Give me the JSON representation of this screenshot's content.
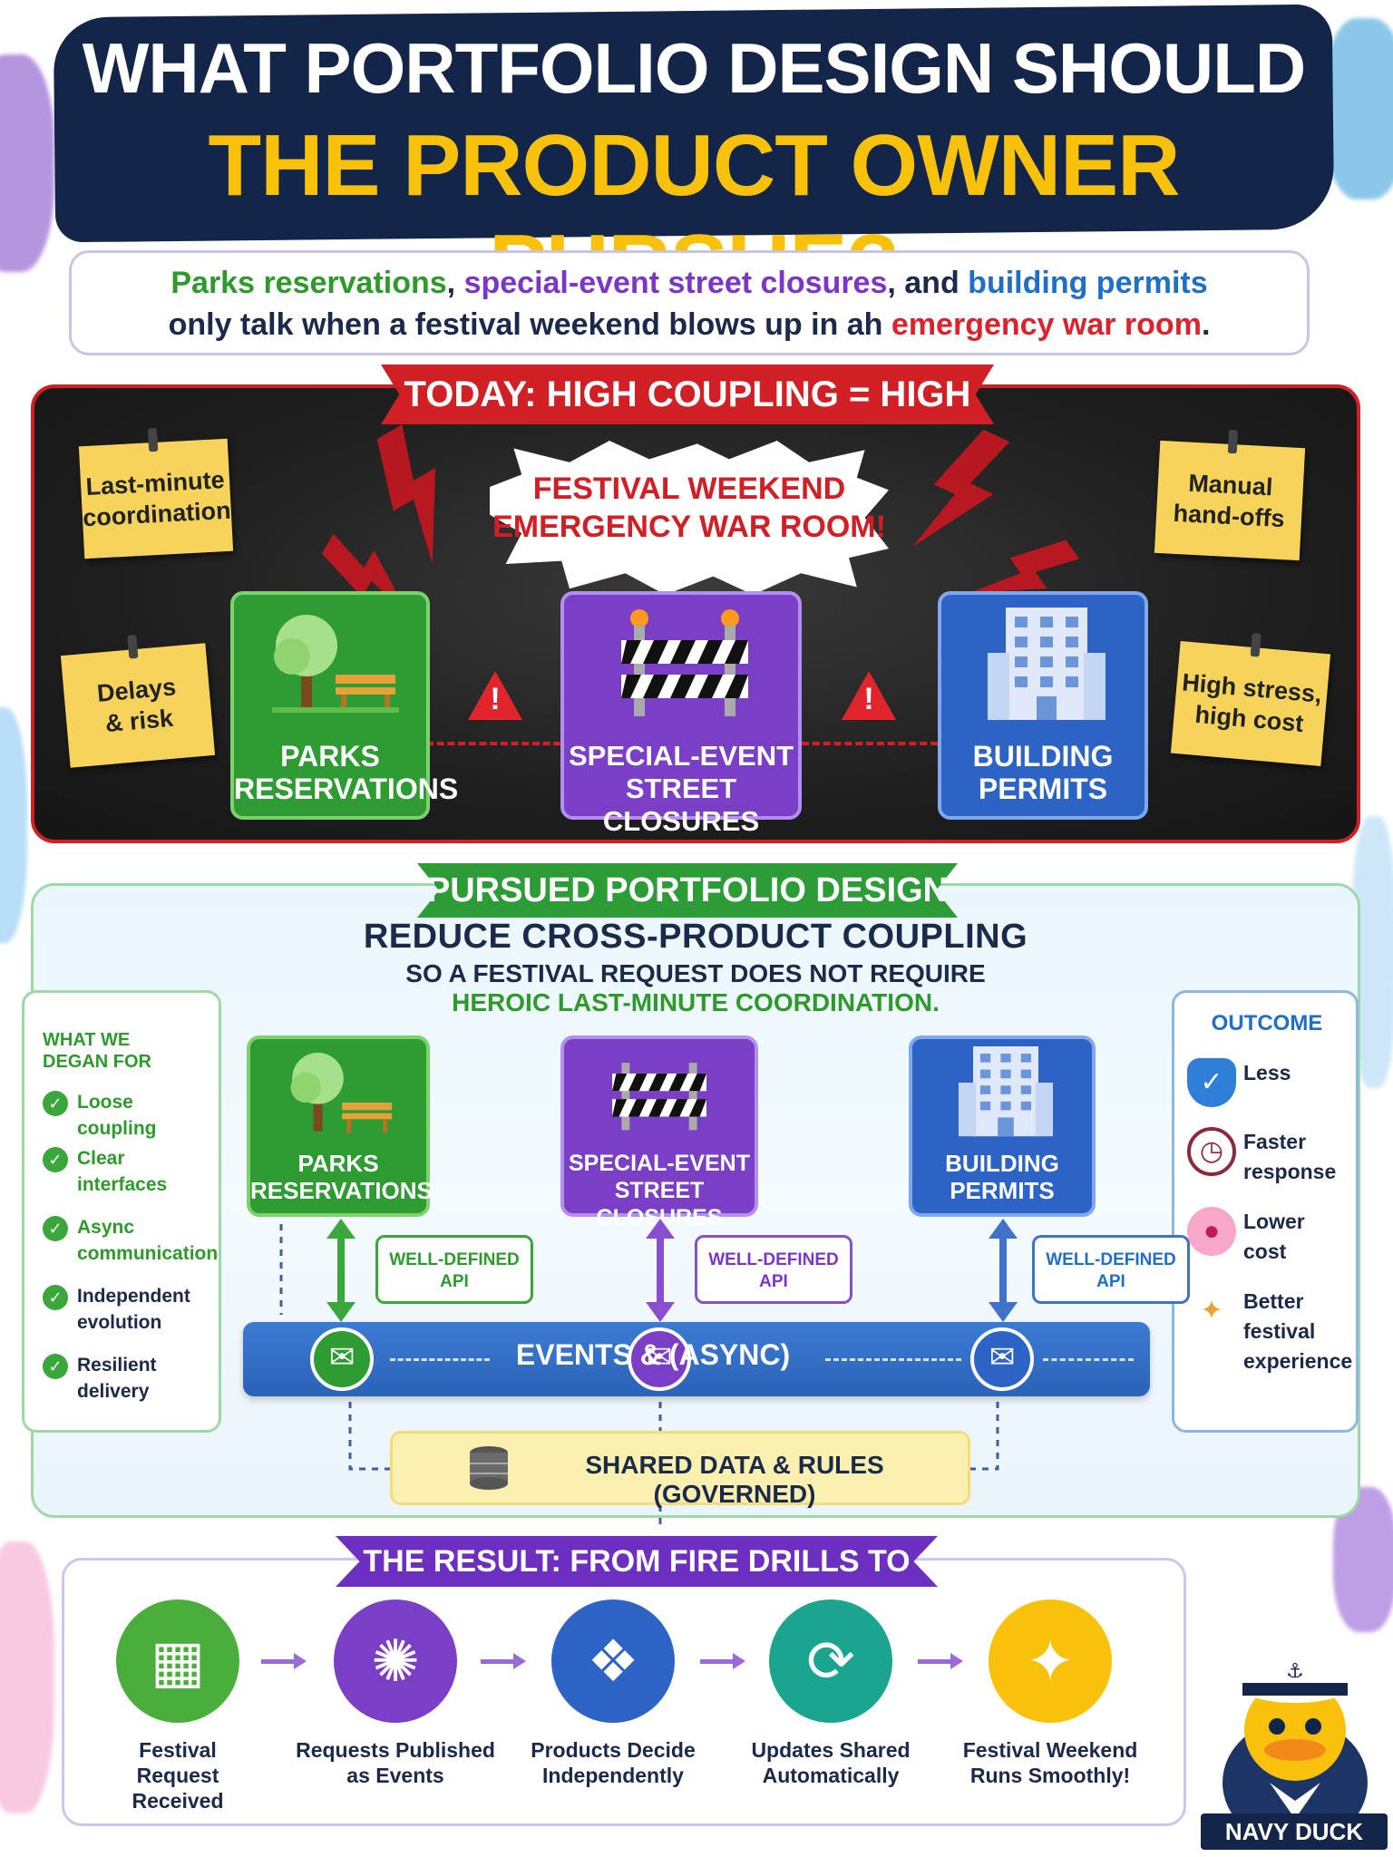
{
  "header": {
    "title_line_1": "WHAT PORTFOLIO DESIGN SHOULD",
    "title_line_2": "THE PRODUCT OWNER PURSUE?"
  },
  "intro": {
    "part_1": "Parks reservations",
    "sep_1": ", ",
    "part_2": "special-event street closures",
    "sep_2": ", and ",
    "part_3": "building permits",
    "line_2_start": "only talk when a festival weekend blows up in ah ",
    "line_2_emphasis": "emergency war room",
    "line_2_end": "."
  },
  "today": {
    "banner": "TODAY: HIGH COUPLING = HIGH RISK",
    "war_room_line_1": "FESTIVAL WEEKEND",
    "war_room_line_2": "EMERGENCY WAR ROOM!",
    "notes": [
      {
        "line_1": "Last-minute",
        "line_2": "coordination"
      },
      {
        "line_1": "Delays",
        "line_2": "& risk"
      },
      {
        "line_1": "Manual",
        "line_2": "hand-offs"
      },
      {
        "line_1": "High stress,",
        "line_2": "high cost"
      }
    ],
    "products": [
      {
        "line_1": "PARKS",
        "line_2": "RESERVATIONS"
      },
      {
        "line_1": "SPECIAL-EVENT",
        "line_2": "STREET CLOSURES"
      },
      {
        "line_1": "BUILDING",
        "line_2": "PERMITS"
      }
    ],
    "warning_glyph": "!"
  },
  "pursued": {
    "banner": "PURSUED PORTFOLIO DESIGN",
    "headline": "REDUCE CROSS-PRODUCT COUPLING",
    "sub_line_1": "SO A FESTIVAL REQUEST DOES NOT REQUIRE",
    "sub_line_2": "HEROIC LAST-MINUTE COORDINATION.",
    "design_for": {
      "title_line_1": "WHAT WE",
      "title_line_2": "DEGAN FOR",
      "items": [
        {
          "line_1": "Loose",
          "line_2": "coupling"
        },
        {
          "line_1": "Clear",
          "line_2": "interfaces"
        },
        {
          "line_1": "Async",
          "line_2": "communication"
        },
        {
          "line_1": "Independent",
          "line_2": "evolution"
        },
        {
          "line_1": "Resilient",
          "line_2": "delivery"
        }
      ]
    },
    "outcome": {
      "title": "OUTCOME",
      "items": [
        {
          "line_1": "Less",
          "line_2": ""
        },
        {
          "line_1": "Faster",
          "line_2": "response"
        },
        {
          "line_1": "Lower",
          "line_2": "cost"
        },
        {
          "line_1": "Better",
          "line_2": "festival",
          "line_3": "experience"
        }
      ]
    },
    "products": [
      {
        "line_1": "PARKS",
        "line_2": "RESERVATIONS"
      },
      {
        "line_1": "SPECIAL-EVENT",
        "line_2": "STREET CLOSURES"
      },
      {
        "line_1": "BUILDING",
        "line_2": "PERMITS"
      }
    ],
    "api_label_line_1": "WELL-DEFINED",
    "api_label_line_2": "API",
    "bus_label": "EVENTS & (ASYNC)",
    "shared_data_label": "SHARED DATA & RULES (GOVERNED)"
  },
  "result": {
    "banner": "THE RESULT: FROM FIRE DRILLS TO FLOW",
    "steps": [
      {
        "line_1": "Festival",
        "line_2": "Request",
        "line_3": "Received"
      },
      {
        "line_1": "Requests Published",
        "line_2": "as Events"
      },
      {
        "line_1": "Products Decide",
        "line_2": "Independently"
      },
      {
        "line_1": "Updates Shared",
        "line_2": "Automatically"
      },
      {
        "line_1": "Festival Weekend",
        "line_2": "Runs Smoothly!"
      }
    ]
  },
  "mascot": {
    "label": "NAVY DUCK"
  },
  "colors": {
    "navy": "#14254a",
    "gold": "#f8c20c",
    "red": "#d11f26",
    "green": "#2e9b33",
    "purple": "#7b3fc6",
    "blue": "#2c63c4",
    "note_yellow": "#f6d35b"
  }
}
